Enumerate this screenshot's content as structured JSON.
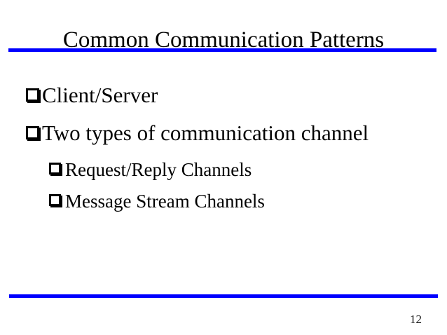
{
  "slide": {
    "title": "Common Communication Patterns",
    "page_number": "12",
    "accent_color": "#0000FF",
    "background_color": "#FFFFFF",
    "text_color": "#000000",
    "bullet_icon": "hollow-square-bullet",
    "bullets": [
      {
        "level": 1,
        "text": "Client/Server"
      },
      {
        "level": 1,
        "text": "Two types of communication channel"
      },
      {
        "level": 2,
        "text": "Request/Reply Channels"
      },
      {
        "level": 2,
        "text": "Message Stream Channels"
      }
    ]
  }
}
